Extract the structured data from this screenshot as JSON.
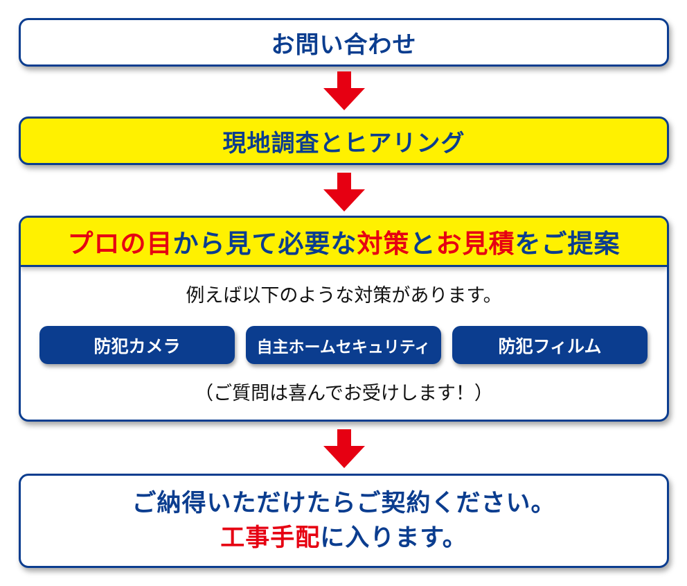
{
  "colors": {
    "navy": "#0b3d8f",
    "yellow": "#fff100",
    "red": "#e60012",
    "white": "#ffffff",
    "text_dark": "#111111"
  },
  "steps": [
    {
      "id": "inquiry",
      "title": "お問い合わせ",
      "background": "#ffffff"
    },
    {
      "id": "survey",
      "title": "現地調査とヒアリング",
      "background": "#fff100"
    },
    {
      "id": "proposal",
      "header_segments": [
        {
          "text": "プロの目",
          "color": "red"
        },
        {
          "text": "から見て必要な",
          "color": "navy"
        },
        {
          "text": "対策",
          "color": "red"
        },
        {
          "text": "と",
          "color": "navy"
        },
        {
          "text": "お見積",
          "color": "red"
        },
        {
          "text": "をご提案",
          "color": "navy"
        }
      ],
      "intro": "例えば以下のような対策があります。",
      "options": [
        {
          "label": "防犯カメラ"
        },
        {
          "label": "自主ホームセキュリティ"
        },
        {
          "label": "防犯フィルム"
        }
      ],
      "note": "（ご質問は喜んでお受けします！）"
    },
    {
      "id": "contract",
      "line1": "ご納得いただけたらご契約ください。",
      "line2_segments": [
        {
          "text": "工事手配",
          "color": "red"
        },
        {
          "text": "に入ります。",
          "color": "navy"
        }
      ]
    }
  ],
  "arrows": [
    {
      "icon": "arrow-down-icon",
      "color": "#e60012"
    },
    {
      "icon": "arrow-down-icon",
      "color": "#e60012"
    },
    {
      "icon": "arrow-down-icon",
      "color": "#e60012"
    }
  ]
}
